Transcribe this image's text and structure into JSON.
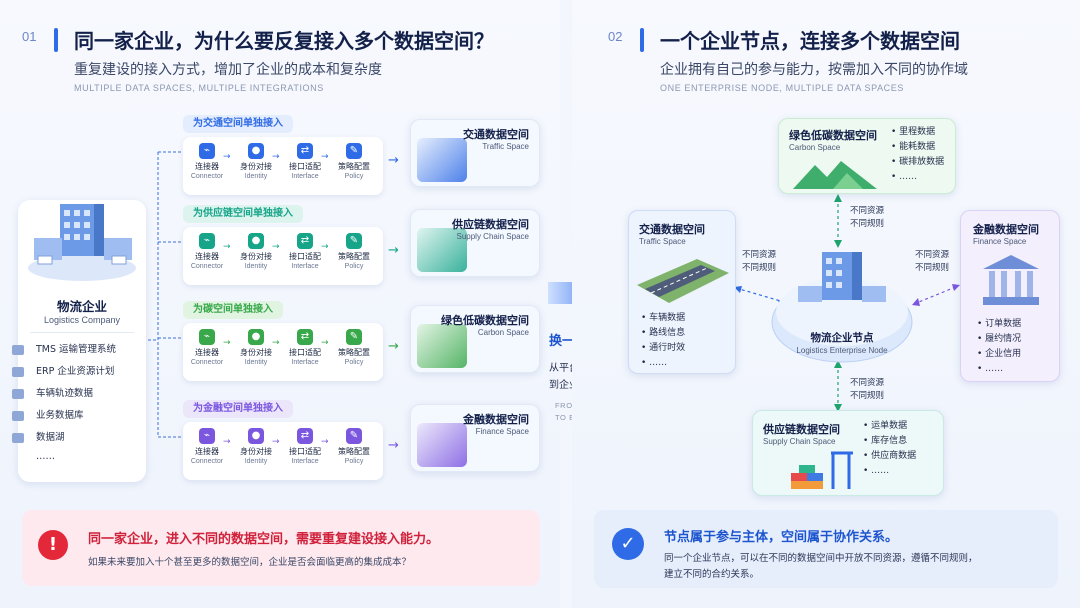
{
  "left": {
    "num": "01",
    "title": "同一家企业，为什么要反复接入多个数据空间？",
    "subtitle": "重复建设的接入方式，增加了企业的成本和复杂度",
    "en": "MULTIPLE DATA SPACES, MULTIPLE INTEGRATIONS",
    "company": {
      "name": "物流企业",
      "en": "Logistics Company"
    },
    "systems": [
      "TMS 运输管理系统",
      "ERP 企业资源计划",
      "车辆轨迹数据",
      "业务数据库",
      "数据湖",
      "……"
    ],
    "steps": [
      {
        "cn": "连接器",
        "en": "Connector"
      },
      {
        "cn": "身份对接",
        "en": "Identity"
      },
      {
        "cn": "接口适配",
        "en": "Interface"
      },
      {
        "cn": "策略配置",
        "en": "Policy"
      }
    ],
    "rows": [
      {
        "tag": "为交通空间单独接入",
        "space": "交通数据空间",
        "space_en": "Traffic Space",
        "color": "#2f6be6",
        "tagbg": "#e4edfd"
      },
      {
        "tag": "为供应链空间单独接入",
        "space": "供应链数据空间",
        "space_en": "Supply Chain Space",
        "color": "#17a58a",
        "tagbg": "#ddf4ee"
      },
      {
        "tag": "为碳空间单独接入",
        "space": "绿色低碳数据空间",
        "space_en": "Carbon Space",
        "color": "#38a84a",
        "tagbg": "#e1f4e1"
      },
      {
        "tag": "为金融空间单独接入",
        "space": "金融数据空间",
        "space_en": "Finance Space",
        "color": "#7b57e0",
        "tagbg": "#ece6fb"
      }
    ],
    "alert": {
      "title": "同一家企业，进入不同的数据空间，需要重复建设接入能力。",
      "text": "如果未来要加入十个甚至更多的数据空间，企业是否会面临更高的集成成本？",
      "icon": "exclamation-icon"
    }
  },
  "middle": {
    "title": "换一种思路",
    "line1": "从平台接入",
    "line2": "到企业拥有自己的节点",
    "en1": "FROM PLATFORM",
    "en2": "TO ENTERPRISE NODE"
  },
  "right": {
    "num": "02",
    "title": "一个企业节点，连接多个数据空间",
    "subtitle": "企业拥有自己的参与能力，按需加入不同的协作域",
    "en": "ONE ENTERPRISE NODE, MULTIPLE DATA SPACES",
    "node": {
      "name": "物流企业节点",
      "en": "Logistics Enterprise Node"
    },
    "link": {
      "a": "不同资源",
      "b": "不同规则"
    },
    "carbon": {
      "name": "绿色低碳数据空间",
      "en": "Carbon Space",
      "items": [
        "里程数据",
        "能耗数据",
        "碳排放数据",
        "……"
      ]
    },
    "traffic": {
      "name": "交通数据空间",
      "en": "Traffic Space",
      "items": [
        "车辆数据",
        "路线信息",
        "通行时效",
        "……"
      ]
    },
    "finance": {
      "name": "金融数据空间",
      "en": "Finance Space",
      "items": [
        "订单数据",
        "履约情况",
        "企业信用",
        "……"
      ]
    },
    "supply": {
      "name": "供应链数据空间",
      "en": "Supply Chain Space",
      "items": [
        "运单数据",
        "库存信息",
        "供应商数据",
        "……"
      ]
    },
    "summary": {
      "title": "节点属于参与主体，空间属于协作关系。",
      "text1": "同一个企业节点，可以在不同的数据空间中开放不同资源，遵循不同规则，",
      "text2": "建立不同的合约关系。",
      "icon": "check-icon"
    }
  }
}
